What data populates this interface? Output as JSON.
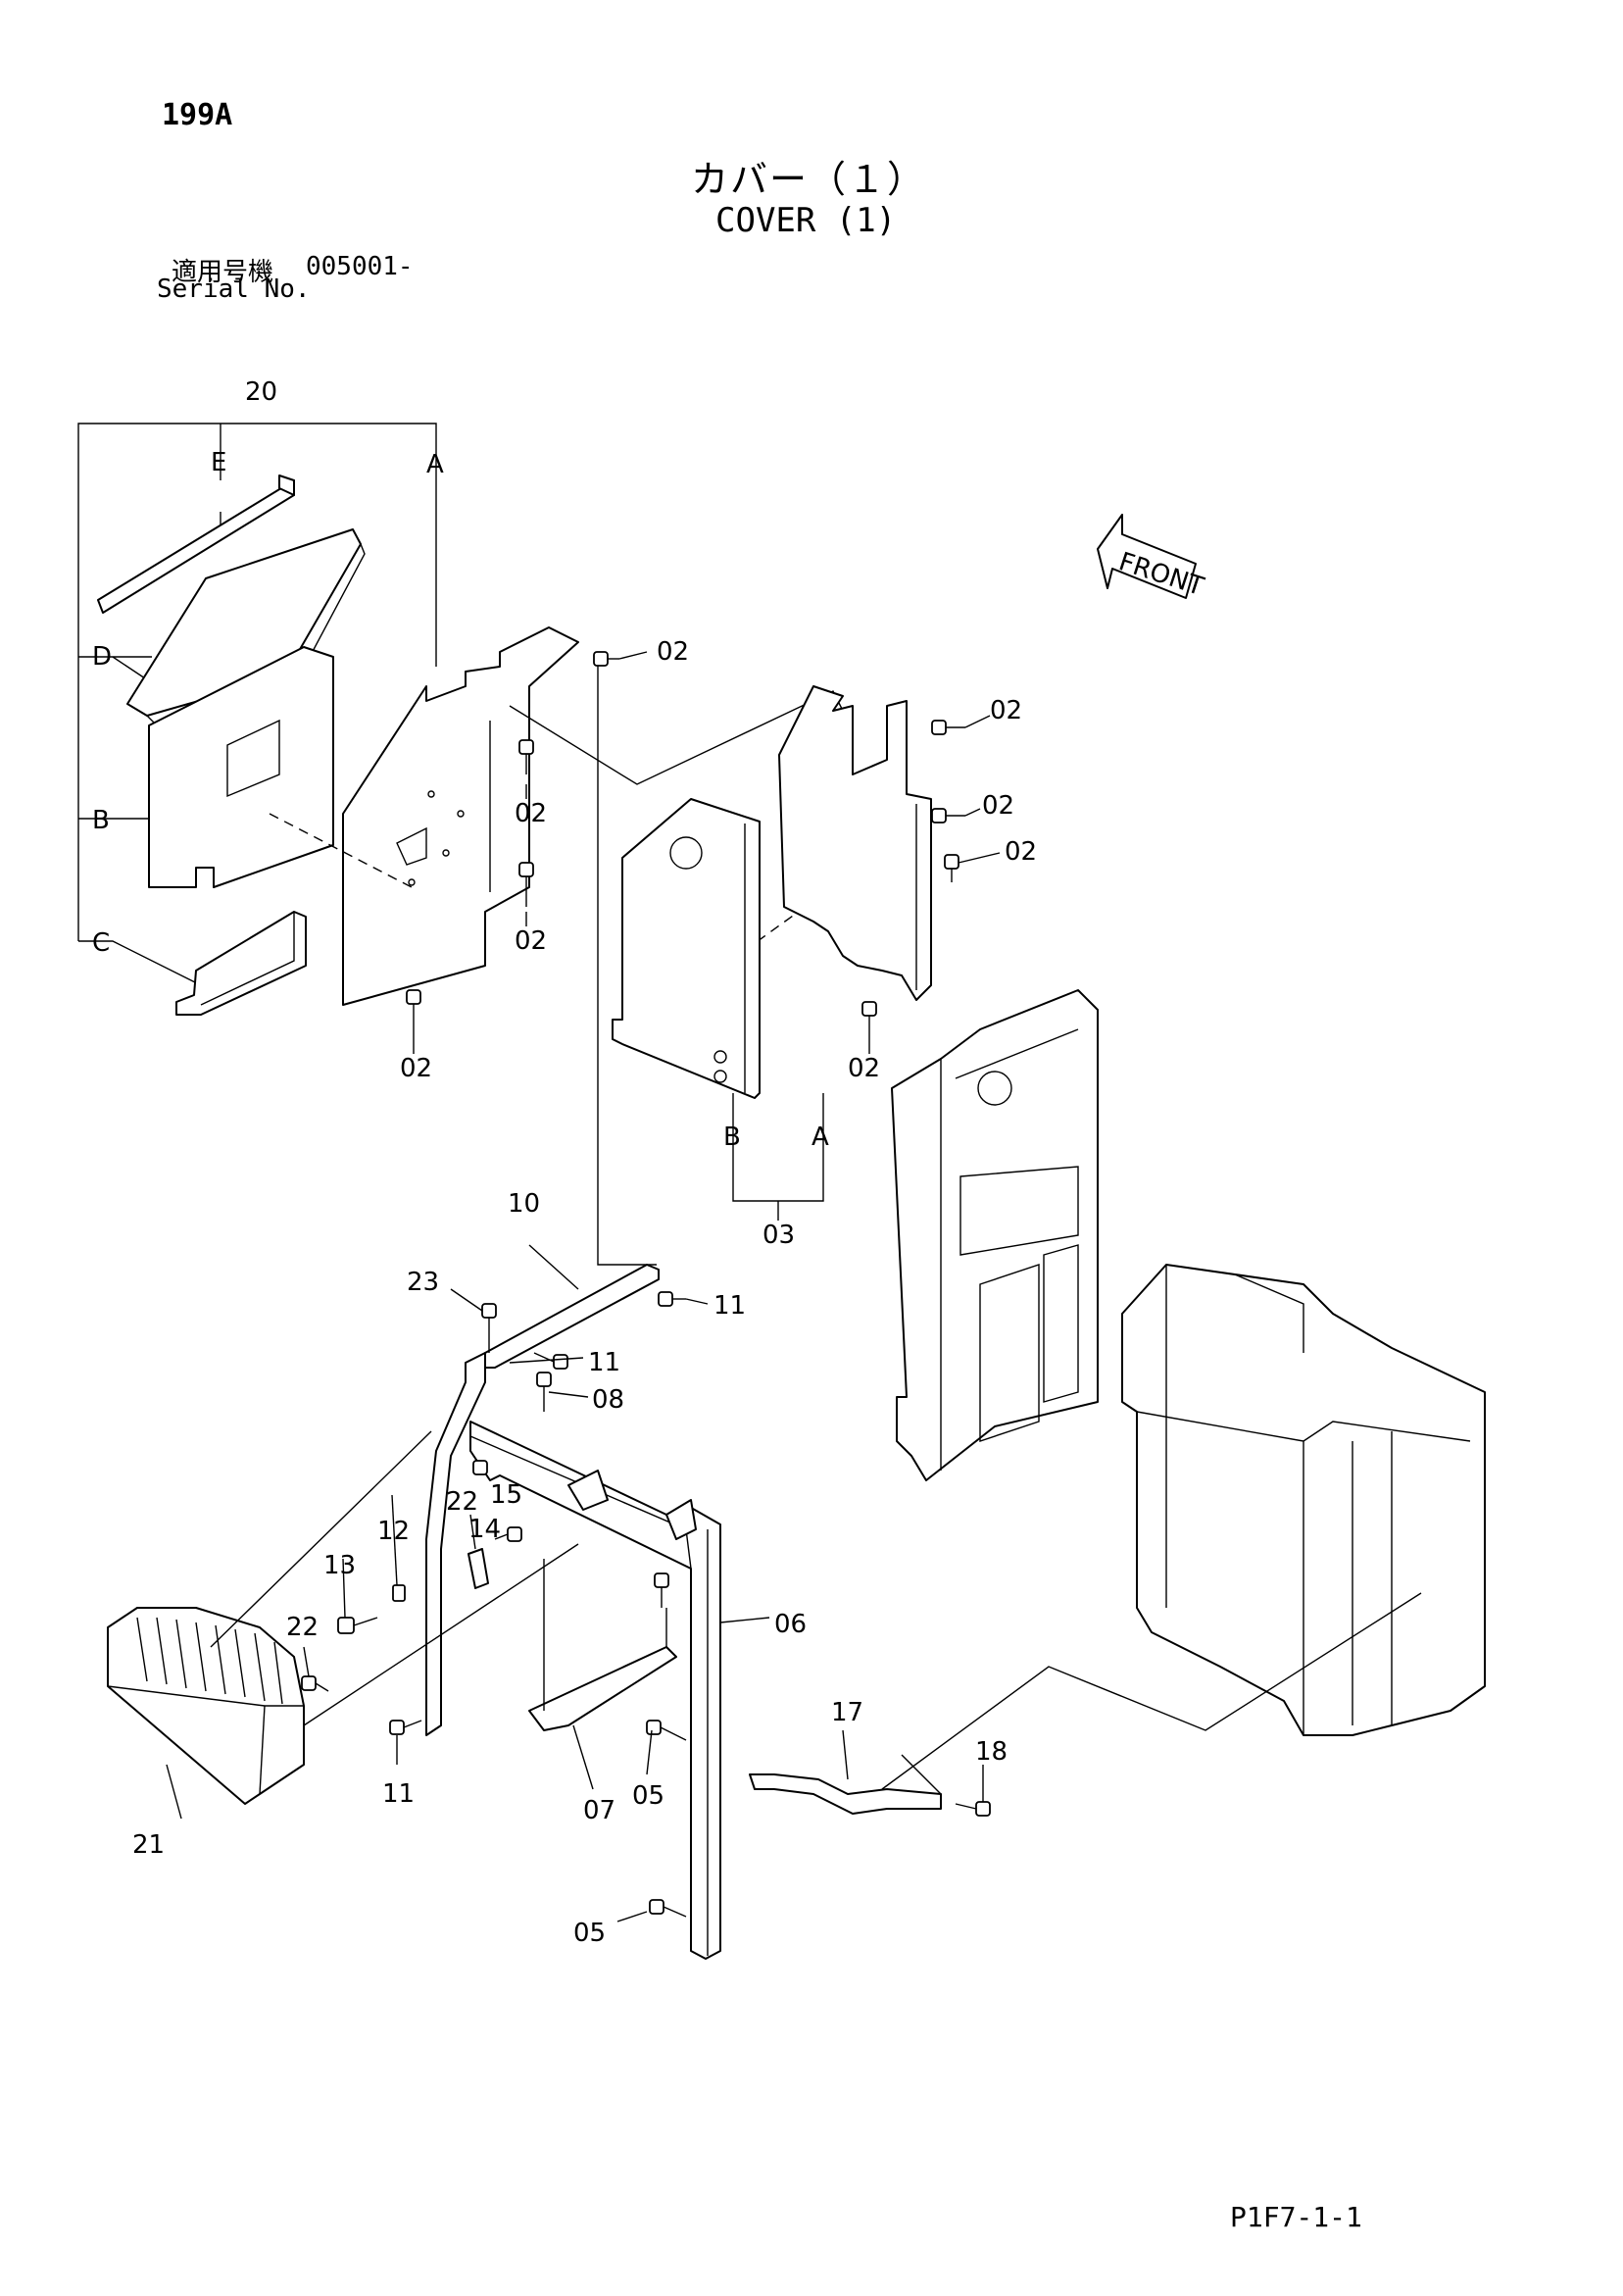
{
  "header": {
    "page_id": "199A",
    "title_jp": "カバー（１）",
    "title_en": "COVER (1)",
    "serial_label_jp": "適用号機",
    "serial_value": "005001-",
    "serial_label_en": "Serial No."
  },
  "direction_marker": "FRONT",
  "callouts": [
    "20",
    "E",
    "A",
    "D",
    "B",
    "C",
    "02",
    "02",
    "02",
    "02",
    "02",
    "02",
    "02",
    "02",
    "A",
    "B",
    "03",
    "10",
    "23",
    "11",
    "11",
    "08",
    "22",
    "15",
    "12",
    "14",
    "13",
    "22",
    "06",
    "11",
    "07",
    "05",
    "17",
    "18",
    "05",
    "21"
  ],
  "footer": {
    "code": "P1F7-1-1"
  }
}
